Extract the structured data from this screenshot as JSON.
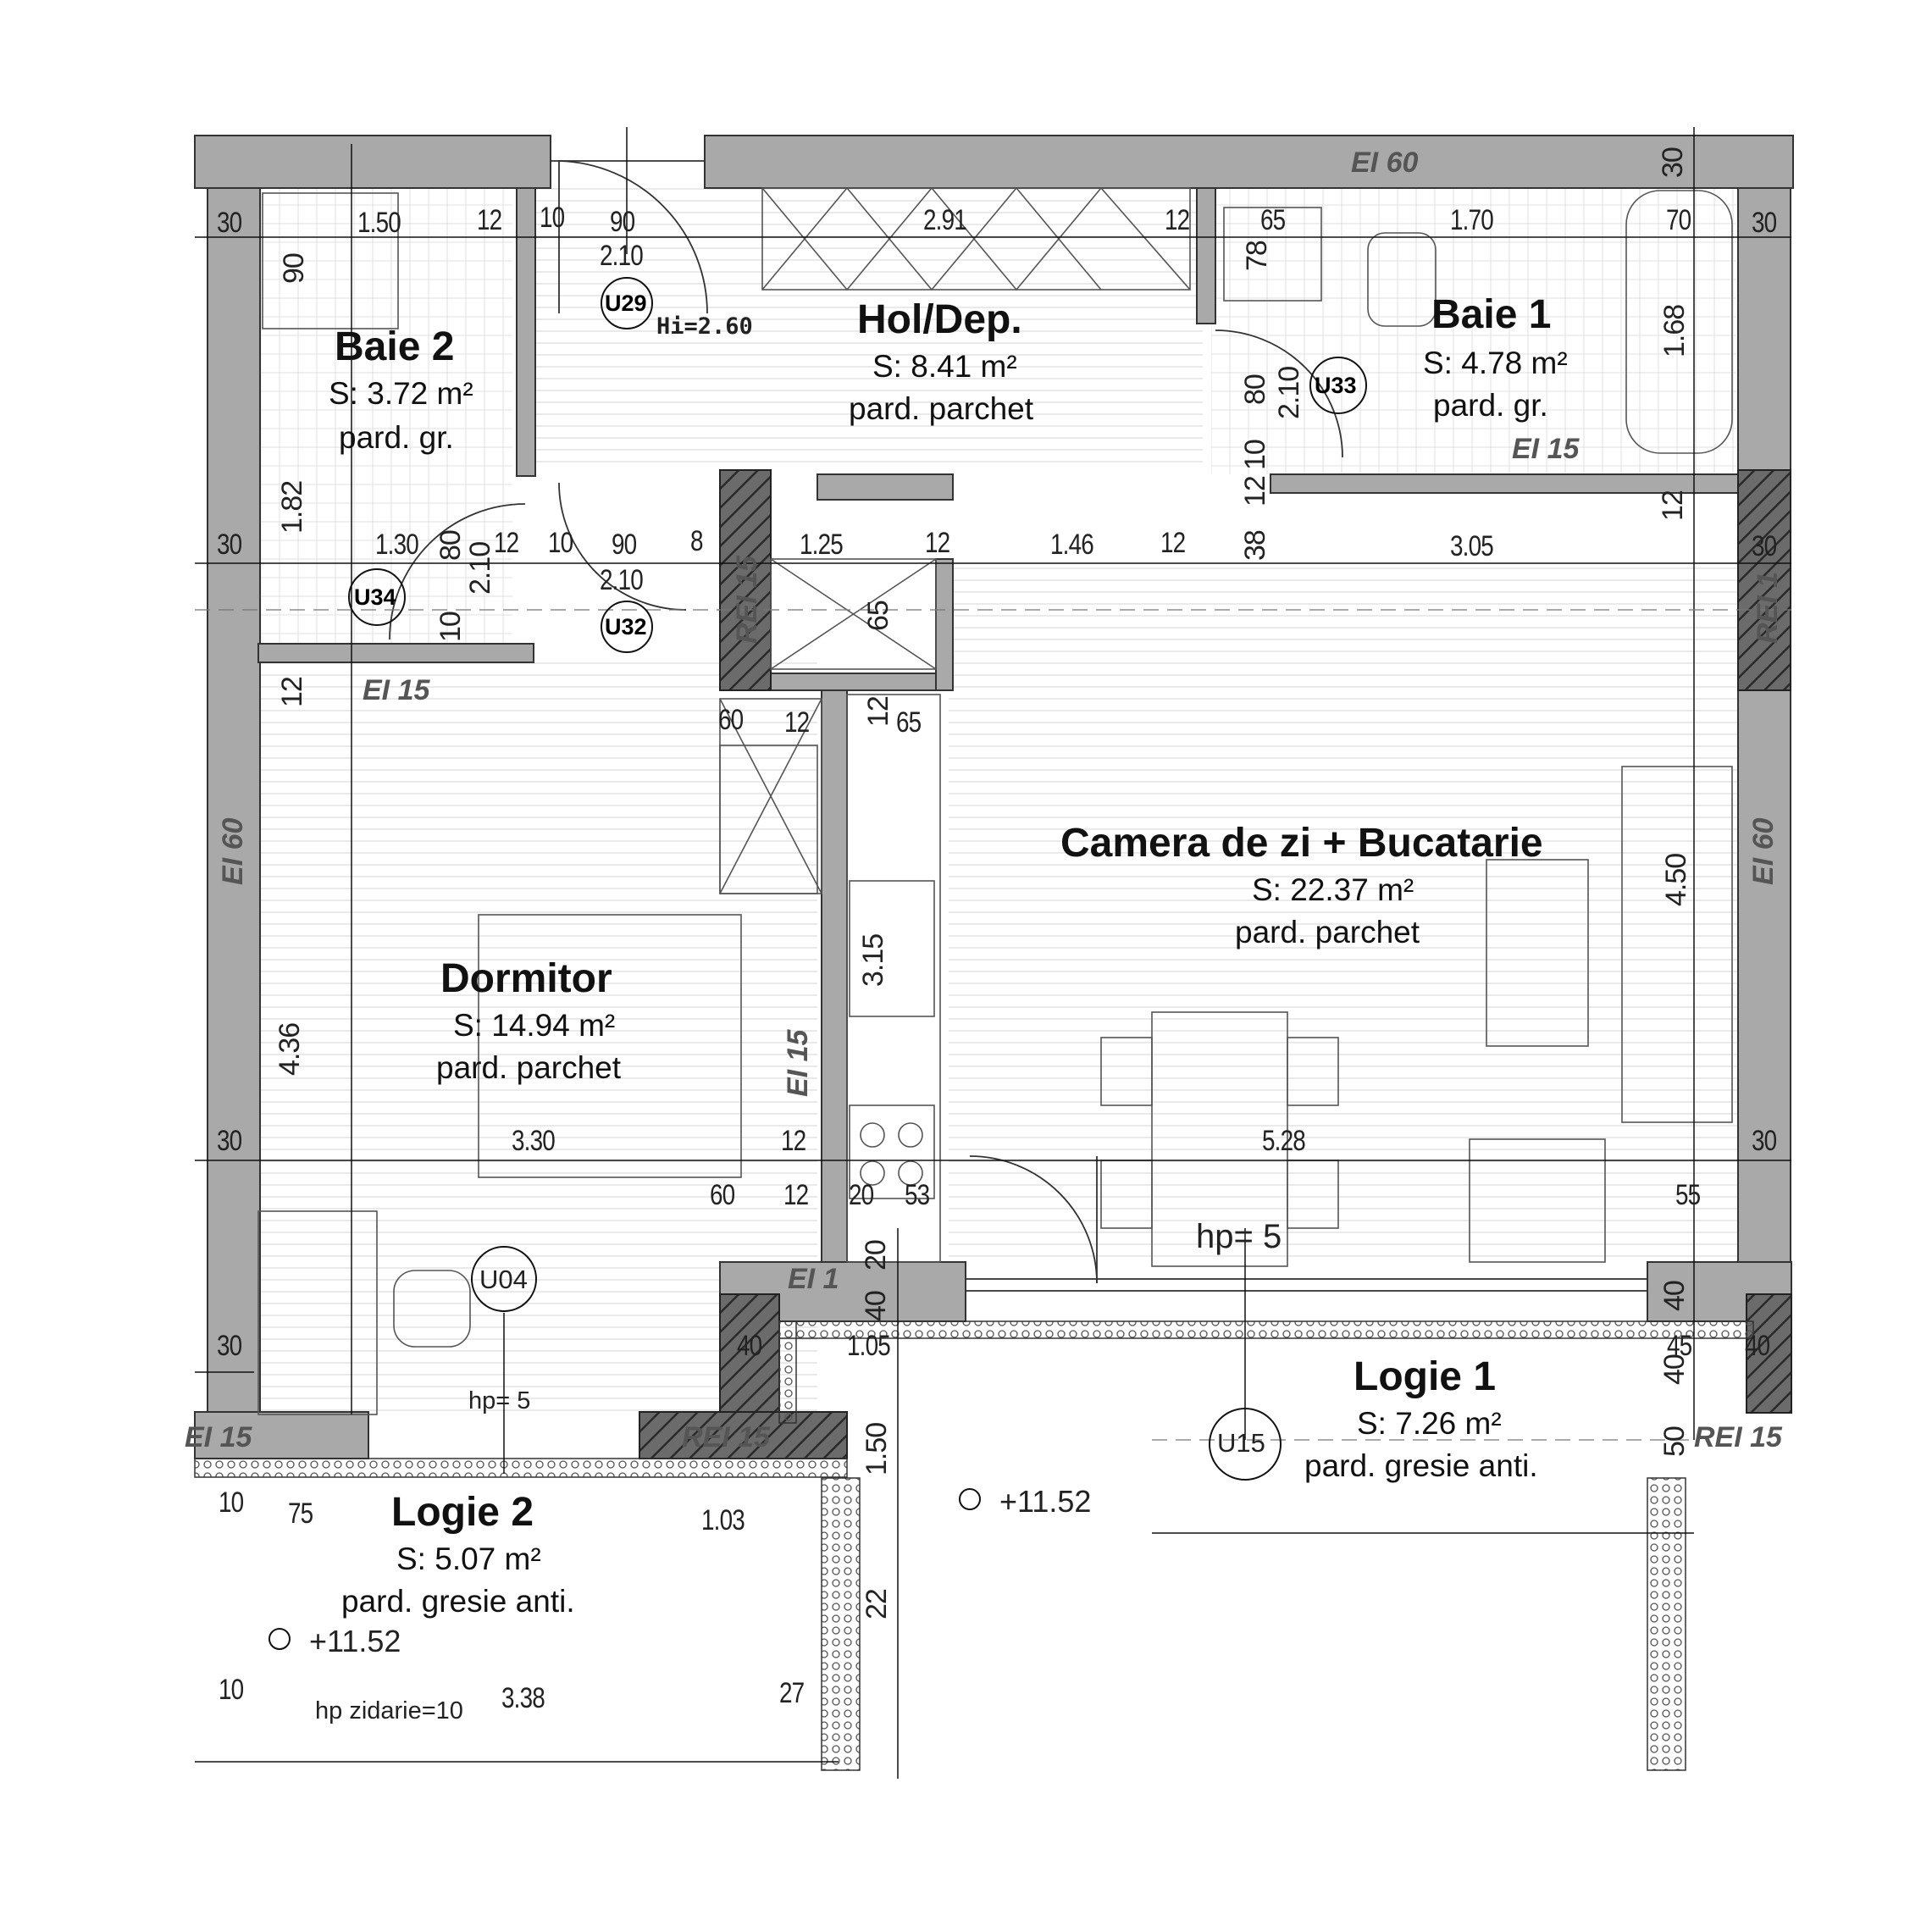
{
  "rooms": {
    "baie2": {
      "name": "Baie 2",
      "area": "S: 3.72 m²",
      "floor": "pard. gr."
    },
    "hol": {
      "name": "Hol/Dep.",
      "area": "S: 8.41 m²",
      "floor": "pard. parchet"
    },
    "baie1": {
      "name": "Baie 1",
      "area": "S: 4.78 m²",
      "floor": "pard. gr."
    },
    "camera": {
      "name": "Camera de zi + Bucatarie",
      "area": "S: 22.37 m²",
      "floor": "pard. parchet"
    },
    "dormitor": {
      "name": "Dormitor",
      "area": "S: 14.94 m²",
      "floor": "pard. parchet"
    },
    "logie1": {
      "name": "Logie 1",
      "area": "S: 7.26 m²",
      "floor": "pard. gresie anti."
    },
    "logie2": {
      "name": "Logie 2",
      "area": "S: 5.07 m²",
      "floor": "pard. gresie anti."
    }
  },
  "fire_ratings": {
    "ei60_top": "EI 60",
    "ei60_left": "EI 60",
    "ei60_right": "EI 60",
    "ei15_baie1": "EI 15",
    "ei15_baie2": "EI 15",
    "ei15_vert": "EI 15",
    "ei15_bottom": "EI 1",
    "ei15_left": "EI 15",
    "rei15_col": "REI 15",
    "rei15_right": "REI 1",
    "rei15_bottom": "REI 15",
    "rei15_br": "REI 15"
  },
  "tags": {
    "u29": "U29",
    "u32": "U32",
    "u33": "U33",
    "u34": "U34",
    "u04": "U04",
    "u15": "U15"
  },
  "notes": {
    "hi": "Hi=2.60",
    "hp1": "hp= 5",
    "hp2": "hp= 5",
    "hp_zid": "hp zidarie=10",
    "level1": "+11.52",
    "level2": "+11.52"
  },
  "dims": {
    "d30a": "30",
    "d150": "1.50",
    "d12a": "12",
    "d10a": "10",
    "d90a": "90",
    "d210a": "2.10",
    "d291": "2.91",
    "d12b": "12",
    "d65a": "65",
    "d170": "1.70",
    "d70": "70",
    "d30b": "30",
    "d30top": "30",
    "d30c": "30",
    "d130": "1.30",
    "d12c": "12",
    "d10b": "10",
    "d90b": "90",
    "d210b": "2.10",
    "d8": "8",
    "d125": "1.25",
    "d12d": "12",
    "d146": "1.46",
    "d12e": "12",
    "d305": "3.05",
    "d30d": "30",
    "d60a": "60",
    "d12f": "12",
    "d12g": "12",
    "d65b": "65",
    "d30e": "30",
    "d330": "3.30",
    "d12h": "12",
    "d528": "5.28",
    "d30f": "30",
    "d60b": "60",
    "d12i": "12",
    "d20": "20",
    "d53": "53",
    "d55": "55",
    "d30g": "30",
    "d40a": "40",
    "d105": "1.05",
    "d45": "45",
    "d40b": "40",
    "d10c": "10",
    "d75": "75",
    "d103": "1.03",
    "d10d": "10",
    "d338": "3.38",
    "d27": "27",
    "v90": "90",
    "v78": "78",
    "v168": "1.68",
    "v80a": "80",
    "v210a": "2.10",
    "v10a": "10",
    "v12a": "12",
    "v38": "38",
    "v12b": "12",
    "v182": "1.82",
    "v80b": "80",
    "v210b": "2.10",
    "v10b": "10",
    "v12c": "12",
    "v65": "65",
    "v450": "4.50",
    "v315": "3.15",
    "v436": "4.36",
    "v20": "20",
    "v40": "40",
    "v40b": "40",
    "v40c": "40",
    "v150": "1.50",
    "v150b": "50",
    "v22": "22"
  }
}
